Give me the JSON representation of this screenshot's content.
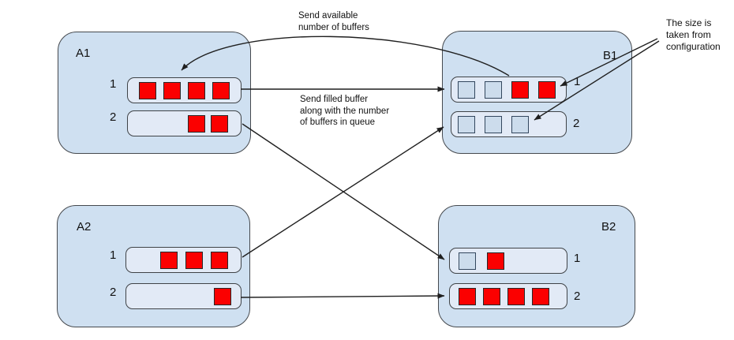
{
  "colors": {
    "container_fill": "#cfe0f1",
    "container_border": "#45494e",
    "queue_fill": "#e2eaf6",
    "queue_border": "#3f4347",
    "filled_slot": "#fb0000",
    "filled_slot_border": "#272727",
    "empty_slot_fill": "#ccdcec",
    "empty_slot_border": "#33475e",
    "arrow": "#1f1f1f",
    "text": "#111111"
  },
  "annotations": {
    "send_available": {
      "lines": [
        "Send available",
        "number of buffers"
      ]
    },
    "send_filled": {
      "lines": [
        "Send filled buffer",
        "along with the number",
        "of buffers in queue"
      ]
    },
    "size_config": {
      "lines": [
        "The size is",
        "taken from",
        "configuration"
      ]
    }
  },
  "nodes": {
    "a1": {
      "label": "A1",
      "queues": [
        {
          "label": "1",
          "slots": [
            "filled",
            "filled",
            "filled",
            "filled"
          ]
        },
        {
          "label": "2",
          "slots": [
            "filled",
            "filled"
          ]
        }
      ]
    },
    "b1": {
      "label": "B1",
      "queues": [
        {
          "label": "1",
          "slots": [
            "empty",
            "empty",
            "filled",
            "filled"
          ]
        },
        {
          "label": "2",
          "slots": [
            "empty",
            "empty",
            "empty"
          ]
        }
      ]
    },
    "a2": {
      "label": "A2",
      "queues": [
        {
          "label": "1",
          "slots": [
            "filled",
            "filled",
            "filled"
          ]
        },
        {
          "label": "2",
          "slots": [
            "filled"
          ]
        }
      ]
    },
    "b2": {
      "label": "B2",
      "queues": [
        {
          "label": "1",
          "slots": [
            "empty",
            "filled"
          ]
        },
        {
          "label": "2",
          "slots": [
            "filled",
            "filled",
            "filled",
            "filled"
          ]
        }
      ]
    }
  },
  "edges": [
    {
      "id": "send-available",
      "from": "B1.queue1",
      "to": "A1.queue1",
      "style": "curved",
      "note": "Send available number of buffers"
    },
    {
      "id": "a1q1-to-b1q1",
      "from": "A1.queue1",
      "to": "B1.queue1",
      "style": "straight",
      "note": "Send filled buffer along with the number of buffers in queue"
    },
    {
      "id": "a1q2-to-b2q1",
      "from": "A1.queue2",
      "to": "B2.queue1",
      "style": "straight",
      "note": ""
    },
    {
      "id": "a2q1-to-b1q2",
      "from": "A2.queue1",
      "to": "B1.queue2",
      "style": "straight",
      "note": ""
    },
    {
      "id": "a2q2-to-b2q2",
      "from": "A2.queue2",
      "to": "B2.queue2",
      "style": "straight",
      "note": ""
    },
    {
      "id": "size-config-to-b1q1-slot4",
      "from": "size_config_note",
      "to": "B1.queue1.slot4",
      "style": "straight",
      "note": "The size is taken from configuration"
    },
    {
      "id": "size-config-to-b1q2-slot3",
      "from": "size_config_note",
      "to": "B1.queue2.slot3",
      "style": "straight",
      "note": "The size is taken from configuration"
    }
  ]
}
